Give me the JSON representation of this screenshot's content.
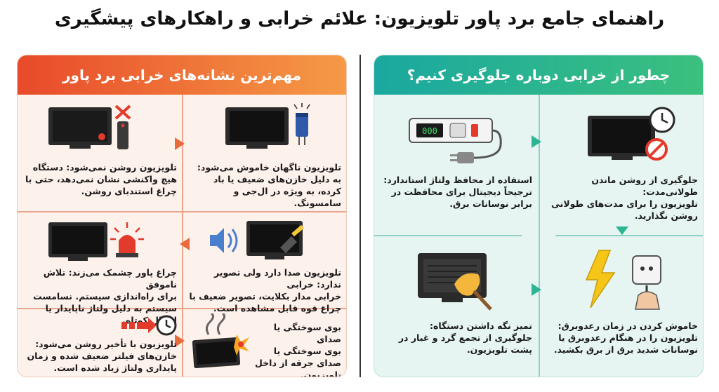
{
  "title": "راهنمای جامع برد پاور تلویزیون: علائم خرابی و راهکارهای پیشگیری",
  "left_panel": {
    "heading": "مهم‌ترین نشانه‌های خرابی برد پاور",
    "items": [
      {
        "lead": "تلویزیون ناگهان خاموش می‌شود:",
        "body": "به دلیل خازن‌های ضعیف یا باد کرده، به ویژه در ال‌جی و سامسونگ.",
        "icon": "tv-capacitor-icon"
      },
      {
        "lead": "تلویزیون روشن نمی‌شود: دستگاه",
        "body": "هیچ واکنشی نشان نمی‌دهد، حتی با چراغ استندبای روشن.",
        "icon": "tv-remote-x-icon"
      },
      {
        "lead": "تلویزیون صدا دارد ولی تصویر ندارد: خرابی",
        "body": "خرابی مدار بکلایت، تصویر ضعیف با چراغ قوه قابل مشاهده است.",
        "icon": "tv-speaker-flashlight-icon"
      },
      {
        "lead": "چراغ پاور چشمک می‌زند: تلاش ناموفق",
        "body": "برای راه‌اندازی سیستم. نسامست سیستم به دلیل ولتاژ ناپایدار یا اتصال کوتاه.",
        "icon": "tv-alarm-icon"
      },
      {
        "lead": "بوی سوختگی یا صدای",
        "body": "بوی سوختگی یا صدای جرقه از داخل تلویزیون.",
        "icon": "tv-smoke-spark-icon"
      },
      {
        "lead": "تلویزیون با تأخیر روشن می‌شود:",
        "body": "خازن‌های فیلتر ضعیف شده و زمان پایداری ولتاژ زیاد شده است.",
        "icon": "tv-clock-arrow-icon"
      }
    ]
  },
  "right_panel": {
    "heading": "چطور از خرابی دوباره جلوگیری کنیم؟",
    "items": [
      {
        "lead": "جلوگیری از روشن ماندن طولانی‌مدت:",
        "body": "تلویزیون را برای مدت‌های طولانی روشن نگذارید.",
        "icon": "tv-clock-no-icon"
      },
      {
        "lead": "استفاده از محافظ ولتاژ استاندارد:",
        "body": "ترجیحاً دیجیتال برای محافظت در برابر نوسانات برق.",
        "icon": "surge-protector-icon"
      },
      {
        "lead": "خاموش کردن در زمان رعدوبرق:",
        "body": "تلویزیون را در هنگام رعدوبرق یا نوسانات شدید برق از برق بکشید.",
        "icon": "lightning-plug-icon"
      },
      {
        "lead": "تمیز نگه داشتن دستگاه:",
        "body": "جلوگیری از تجمع گرد و غبار در پشت تلویزیون.",
        "icon": "tv-duster-icon"
      }
    ]
  },
  "colors": {
    "left_accent": "#e84a2a",
    "right_accent": "#1aa8a0"
  }
}
